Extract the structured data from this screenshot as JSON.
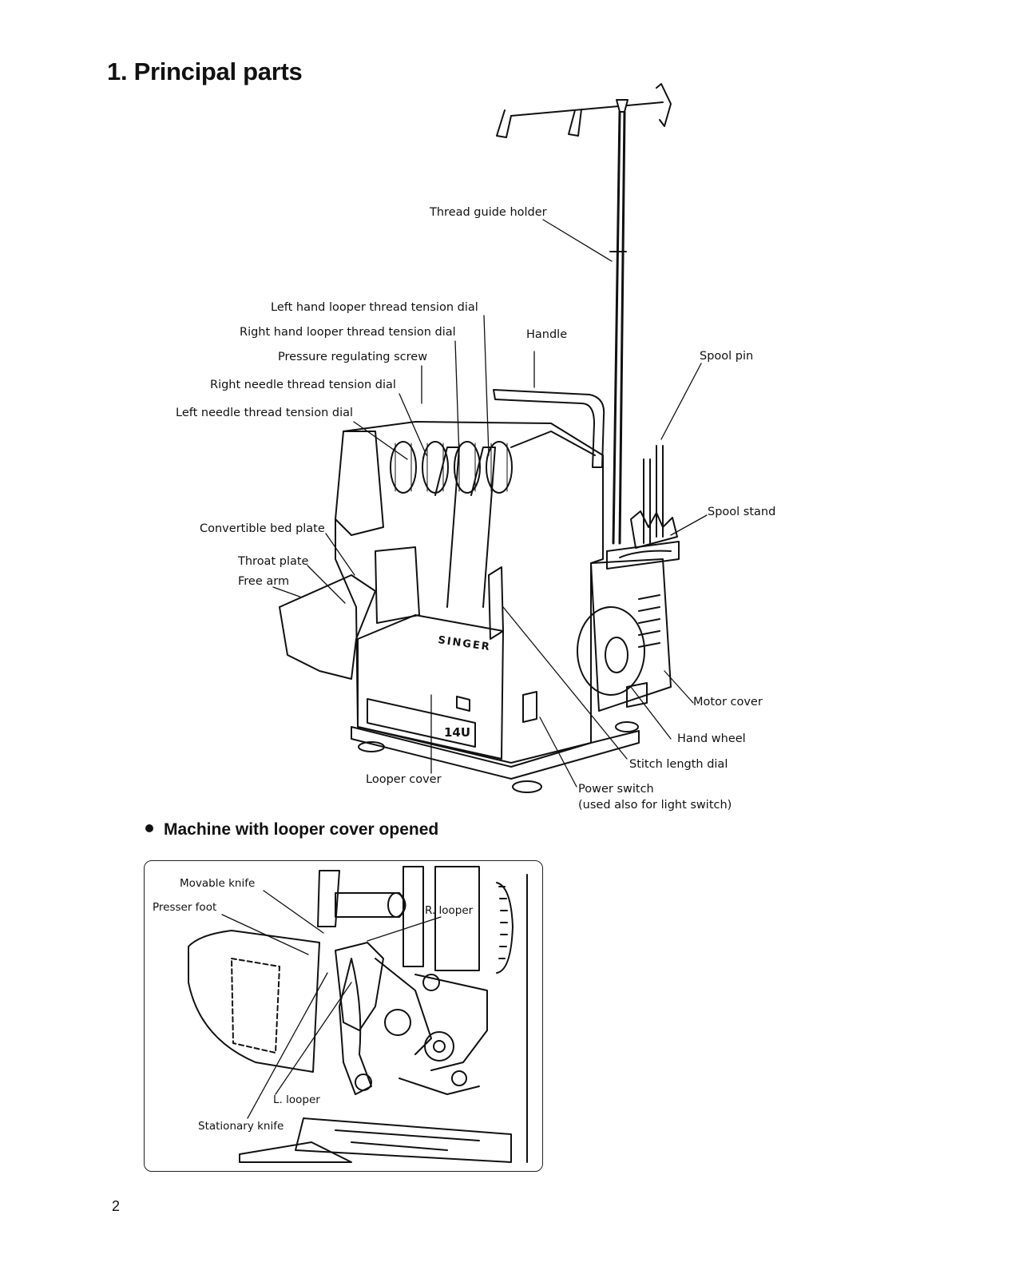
{
  "page": {
    "section_title": "1. Principal parts",
    "subsection_title": "Machine with looper cover opened",
    "page_number": "2"
  },
  "main_diagram": {
    "labels": {
      "thread_guide_holder": "Thread guide holder",
      "left_hand_looper_dial": "Left hand looper thread tension dial",
      "right_hand_looper_dial": "Right hand looper thread tension dial",
      "pressure_screw": "Pressure regulating screw",
      "right_needle_dial": "Right needle thread tension dial",
      "left_needle_dial": "Left needle thread tension dial",
      "handle": "Handle",
      "spool_pin": "Spool pin",
      "spool_stand": "Spool stand",
      "convertible_bed_plate": "Convertible bed plate",
      "throat_plate": "Throat plate",
      "free_arm": "Free arm",
      "motor_cover": "Motor cover",
      "hand_wheel": "Hand wheel",
      "stitch_length_dial": "Stitch length dial",
      "looper_cover": "Looper cover",
      "power_switch": "Power switch",
      "power_switch_note": "(used also for light switch)"
    },
    "brand_text": "SINGER",
    "model_text": "14U"
  },
  "inset_diagram": {
    "labels": {
      "movable_knife": "Movable knife",
      "presser_foot": "Presser foot",
      "r_looper": "R. looper",
      "l_looper": "L. looper",
      "stationary_knife": "Stationary knife"
    }
  }
}
